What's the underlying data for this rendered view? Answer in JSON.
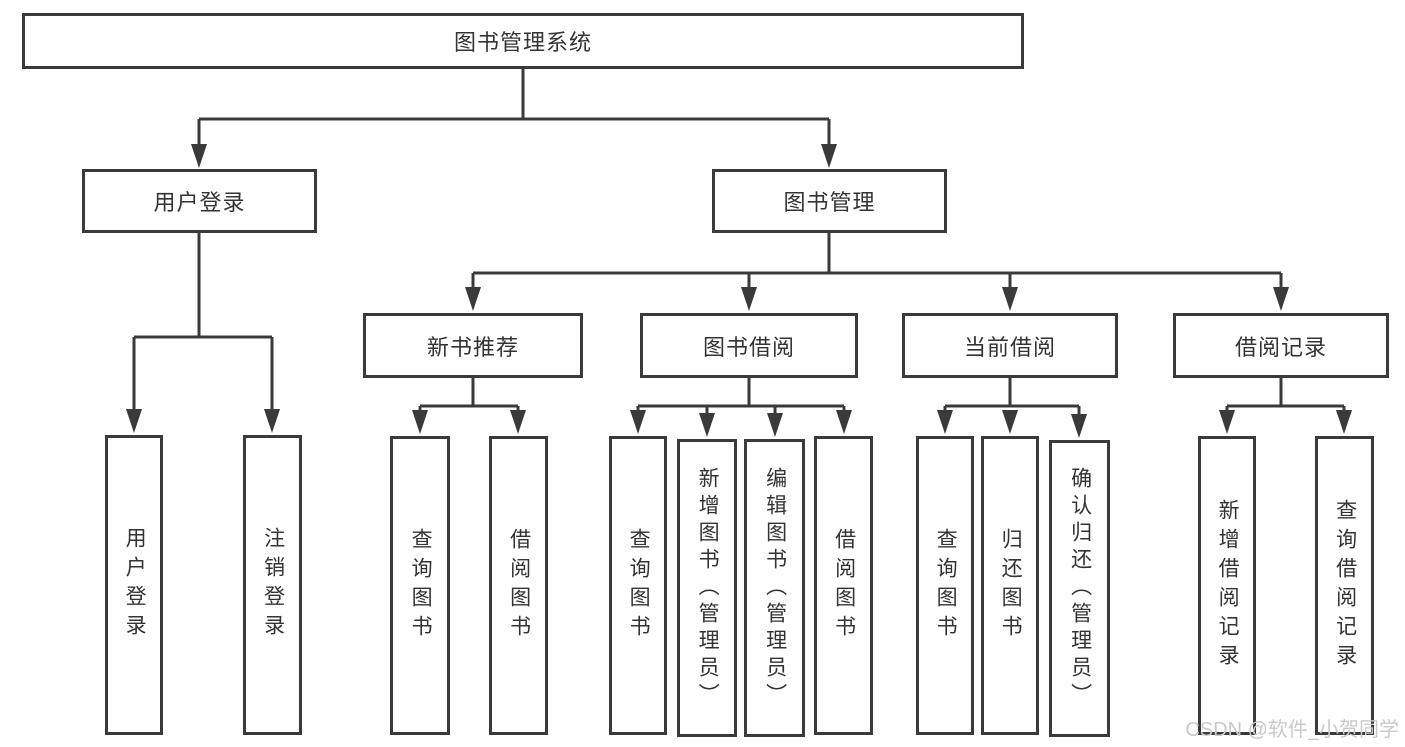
{
  "diagram": {
    "root": {
      "label": "图书管理系统"
    },
    "branches": [
      {
        "label": "用户登录",
        "children": [
          {
            "label": "用户登录"
          },
          {
            "label": "注销登录"
          }
        ]
      },
      {
        "label": "图书管理",
        "children": [
          {
            "label": "新书推荐",
            "children": [
              {
                "label": "查询图书"
              },
              {
                "label": "借阅图书"
              }
            ]
          },
          {
            "label": "图书借阅",
            "children": [
              {
                "label": "查询图书"
              },
              {
                "label": "新增图书（管理员）"
              },
              {
                "label": "编辑图书（管理员）"
              },
              {
                "label": "借阅图书"
              }
            ]
          },
          {
            "label": "当前借阅",
            "children": [
              {
                "label": "查询图书"
              },
              {
                "label": "归还图书"
              },
              {
                "label": "确认归还（管理员）"
              }
            ]
          },
          {
            "label": "借阅记录",
            "children": [
              {
                "label": "新增借阅记录"
              },
              {
                "label": "查询借阅记录"
              }
            ]
          }
        ]
      }
    ]
  },
  "watermark": {
    "text": "CSDN @软件_小贺同学",
    "color": "#c9c9c9"
  },
  "colors": {
    "line": "#3a3a3a",
    "text": "#333333",
    "box_fill": "#ffffff",
    "background": "#ffffff"
  }
}
